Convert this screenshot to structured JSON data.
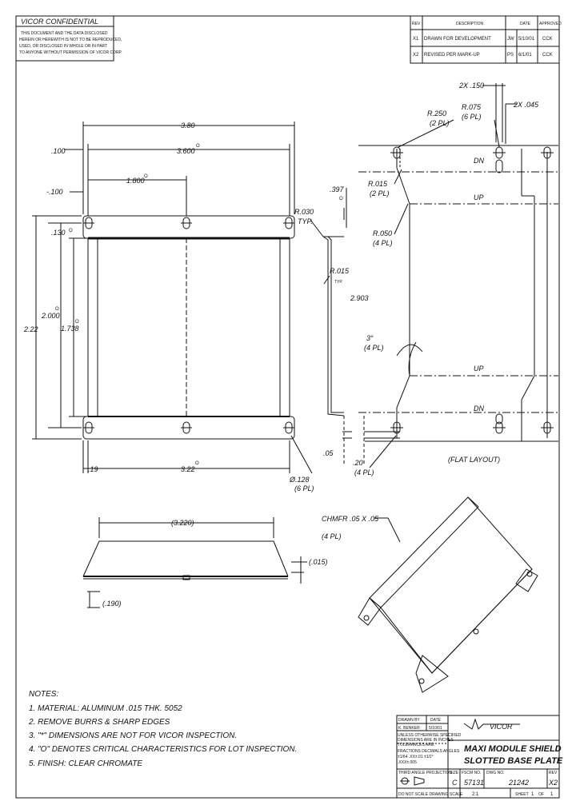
{
  "confidential": {
    "title": "VICOR CONFIDENTIAL",
    "lines": [
      "THIS DOCUMENT AND THE DATA DISCLOSED",
      "HEREIN OR HEREWITH IS NOT TO BE REPRODUCED,",
      "USED, OR DISCLOSED IN WHOLE OR IN PART",
      "TO ANYONE WITHOUT PERMISSION OF VICOR CORP."
    ]
  },
  "revisions": {
    "headers": [
      "REV",
      "DESCRIPTION",
      "DATE",
      "APPROVED"
    ],
    "rows": [
      {
        "rev": "X1",
        "desc": "DRAWN FOR DEVELOPMENT",
        "by": "JW",
        "date": "5/10/01",
        "appr": "CCK"
      },
      {
        "rev": "X2",
        "desc": "REVISED PER MARK-UP",
        "by": "PS",
        "date": "6/1/01",
        "appr": "CCK"
      }
    ]
  },
  "dims": {
    "overall_w": "3.80",
    "w_3600": "3.600",
    "w_1800": "1.800",
    "w_100": ".100",
    "neg100": "-.100",
    "d_130": ".130",
    "h_2000": "2.000",
    "h_1738": "1.738",
    "h_222": "2.22",
    "d_19": ".19",
    "w_322": "3.22",
    "hole_dia": "Ø.128",
    "hole_count": "(6 PL)",
    "cham": "CHMFR .05 X .05",
    "cham_pl": "(4 PL)",
    "r030": "R.030",
    "typ": "TYP.",
    "r015": "R.015",
    "typ2": "TYP.",
    "d_397": ".397",
    "d_05": ".05",
    "d_20": ".20",
    "pl4": "(4 PL)",
    "w_3220": "(3.220)",
    "t_015": "(.015)",
    "h_190": "(.190)",
    "r250": "R.250",
    "r250_pl": "(2 PL)",
    "r015b": "R.015",
    "r015b_pl": "(2 PL)",
    "r050": "R.050",
    "r050_pl": "(4 PL)",
    "r075": "R.075",
    "r075_pl": "(6 PL)",
    "x2_150": "2X .150",
    "x2_045": "2X .045",
    "d_2903": "2.903",
    "deg3": "3°",
    "deg3_pl": "(4 PL)",
    "dn": "DN",
    "up": "UP",
    "flat": "(FLAT LAYOUT)",
    "o": "O",
    "star": "*"
  },
  "notes": {
    "header": "NOTES:",
    "items": [
      "1. MATERIAL: ALUMINUM .015 THK. 5052",
      "2. REMOVE BURRS & SHARP EDGES",
      "3. \"*\" DIMENSIONS ARE NOT FOR VICOR INSPECTION.",
      "4. \"O\" DENOTES CRITICAL CHARACTERISTICS FOR LOT INSPECTION.",
      "5. FINISH: CLEAR CHROMATE"
    ]
  },
  "title_block": {
    "drawn_by_label": "DRAWN BY",
    "date_label": "DATE",
    "drawn_by": "K. BENKER",
    "date": "5/10/01",
    "tolerance": [
      "UNLESS OTHERWISE SPECIFIED",
      "DIMENSIONS ARE IN INCHES",
      "TOLERANCES ARE:",
      "FRACTIONS  DECIMALS  ANGLES",
      "±1/64  .XX±.01   ±1/2°",
      "       .XXX±.005"
    ],
    "logo": "VICOR",
    "title_line1": "MAXI MODULE SHIELD",
    "title_line2": "SLOTTED BASE PLATE",
    "projection": "THIRD ANGLE PROJECTION",
    "size_label": "SIZE",
    "size": "C",
    "fscm_label": "FSCM NO.",
    "fscm": "57131",
    "dwg_label": "DWG NO.",
    "dwg": "21242",
    "rev_label": "REV",
    "rev": "X2",
    "scale_label": "SCALE",
    "scale": "2:1",
    "sheet_label": "SHEET",
    "sheet": "1",
    "of_label": "OF",
    "of": "1",
    "noscale": "DO NOT SCALE DRAWING"
  }
}
